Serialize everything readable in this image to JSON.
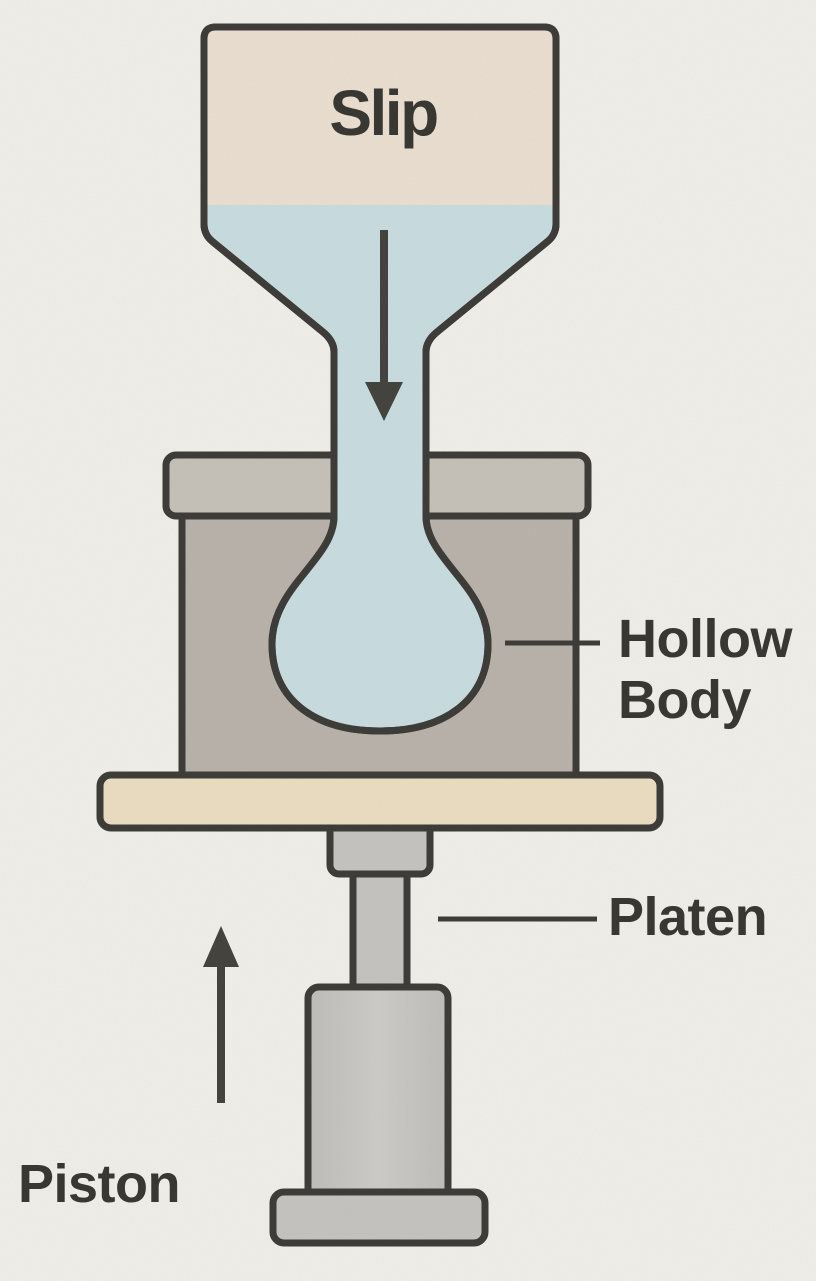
{
  "diagram": {
    "type": "slip-casting-press-schematic",
    "labels": {
      "slip": "Slip",
      "hollow_body_line1": "Hollow",
      "hollow_body_line2": "Body",
      "platen": "Platen",
      "piston": "Piston"
    },
    "icons": {
      "down_arrow": "slip-flow-down-arrow",
      "up_arrow": "piston-motion-up-arrow"
    },
    "colors": {
      "background": "#f1efe9",
      "outline": "#3e3d39",
      "text": "#393833",
      "funnel_beige": "#ebdfd1",
      "slip_blue": "#c9dde1",
      "mold_gray": "#b9b3ab",
      "flange_gray": "#c6c1b9",
      "platen_tan": "#ebdec2",
      "piston_gray": "#c5c4c1",
      "piston_gray_light": "#cdccc9",
      "piston_gray_edge": "#bfbebb",
      "arrow": "#45443f"
    }
  }
}
